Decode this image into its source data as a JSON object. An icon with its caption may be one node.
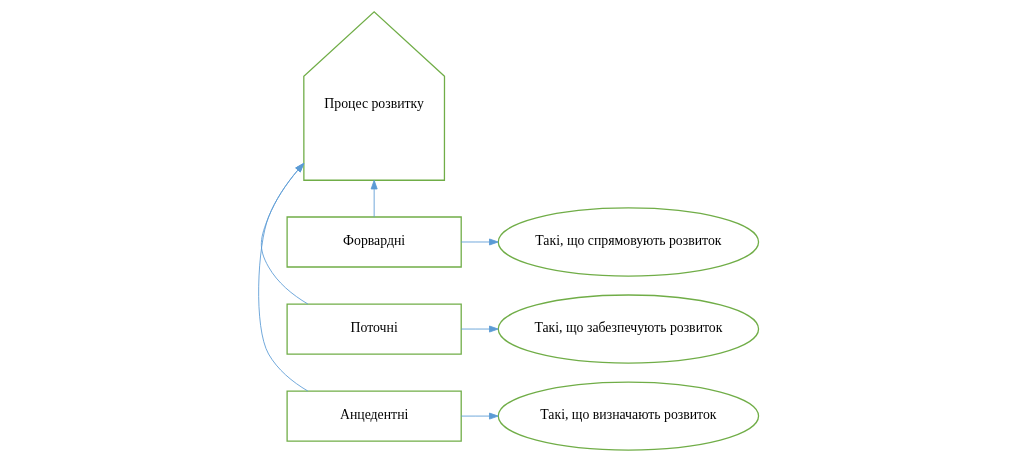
{
  "diagram": {
    "nodes": [
      {
        "text": [
          "Процес розвитку"
        ]
      },
      {
        "text": [
          "Форвардні"
        ]
      },
      {
        "text": [
          "Такі, що спрямовують розвиток"
        ]
      },
      {
        "text": [
          "Поточні"
        ]
      },
      {
        "text": [
          "Такі, що забезпечують розвиток"
        ]
      },
      {
        "text": [
          "Анцедентні"
        ]
      },
      {
        "text": [
          "Такі, що визначають розвиток"
        ]
      }
    ],
    "edges": [
      {
        "from": 1,
        "to": 0,
        "arrow": "to"
      },
      {
        "from": 1,
        "to": 2,
        "arrow": "to"
      },
      {
        "from": 3,
        "to": 0,
        "arrow": "to"
      },
      {
        "from": 3,
        "to": 4,
        "arrow": "to"
      },
      {
        "from": 5,
        "to": 0,
        "arrow": "to"
      },
      {
        "from": 5,
        "to": 6,
        "arrow": "to"
      }
    ]
  }
}
